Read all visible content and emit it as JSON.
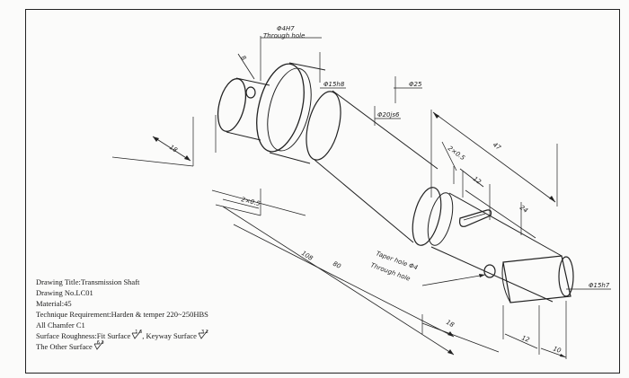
{
  "dimensions": {
    "dia41": "Φ4H7",
    "through_hole_top": "Through hole",
    "dia15_left": "Φ15h8",
    "dia25": "Φ25",
    "dia20": "Φ20js6",
    "len18_left": "18",
    "len8": "8",
    "chamfer_left": "2×0.5",
    "len108": "108",
    "len80": "80",
    "len47": "47",
    "chamfer_right": "2×0.5",
    "len12_top": "12",
    "len24": "24",
    "taper_hole": "Taper hole Φ4",
    "through_hole_bottom": "Through hole",
    "dia15_right": "Φ15h7",
    "len18_bottom": "18",
    "len12_bottom": "12",
    "len10": "10"
  },
  "notes": {
    "title": "Drawing Title:Transmission Shaft",
    "number": "Drawing No.LC01",
    "material": "Material:45",
    "technique": "Technique Requirement:Harden & temper 220~250HBS",
    "chamfer": "All Chamfer C1",
    "roughness_prefix": "Surface Roughness:Fit Surface",
    "roughness_fit_value": "1.6",
    "roughness_mid": ", Keyway Surface",
    "roughness_keyway_value": "3.2",
    "other_prefix": "The Other Surface",
    "other_value": "6.3"
  }
}
